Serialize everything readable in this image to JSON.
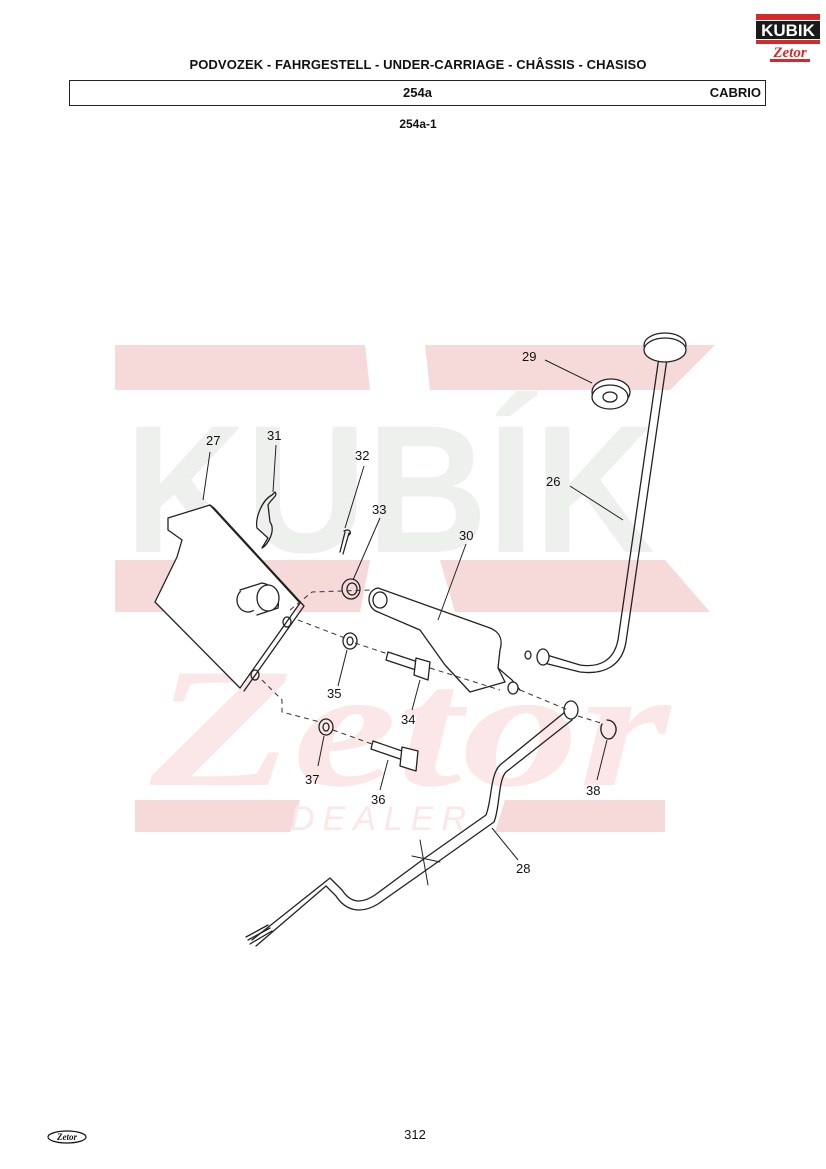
{
  "header": {
    "title": "PODVOZEK - FAHRGESTELL - UNDER-CARRIAGE - CHÂSSIS - CHASISO",
    "section": "254a",
    "variant": "CABRIO",
    "subsection": "254a-1"
  },
  "brand": {
    "logo_text": "KUBIK",
    "sub_logo_text": "Zetor",
    "watermark_word": "KUBÍK",
    "watermark_word_2": "Zetor",
    "watermark_word_3": "DEALER",
    "logo_red": "#d42a2a",
    "watermark_color": "#f6dada"
  },
  "diagram": {
    "callouts": [
      "26",
      "27",
      "28",
      "29",
      "30",
      "31",
      "32",
      "33",
      "34",
      "35",
      "36",
      "37",
      "38"
    ]
  },
  "footer": {
    "page_number": "312",
    "logo_text": "Zetor"
  }
}
